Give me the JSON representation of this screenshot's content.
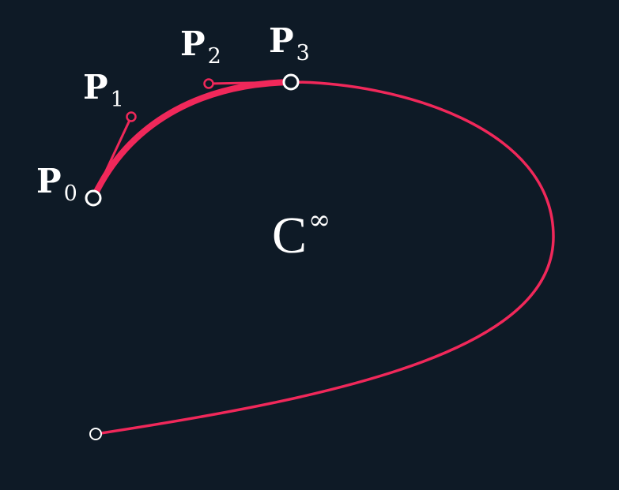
{
  "colors": {
    "background": "#0e1a26",
    "curve": "#f0285a",
    "point_stroke": "#ffffff"
  },
  "labels": {
    "p0": {
      "main": "P",
      "sub": "0"
    },
    "p1": {
      "main": "P",
      "sub": "1"
    },
    "p2": {
      "main": "P",
      "sub": "2"
    },
    "p3": {
      "main": "P",
      "sub": "3"
    }
  },
  "continuity": {
    "main": "C",
    "sup": "∞"
  }
}
